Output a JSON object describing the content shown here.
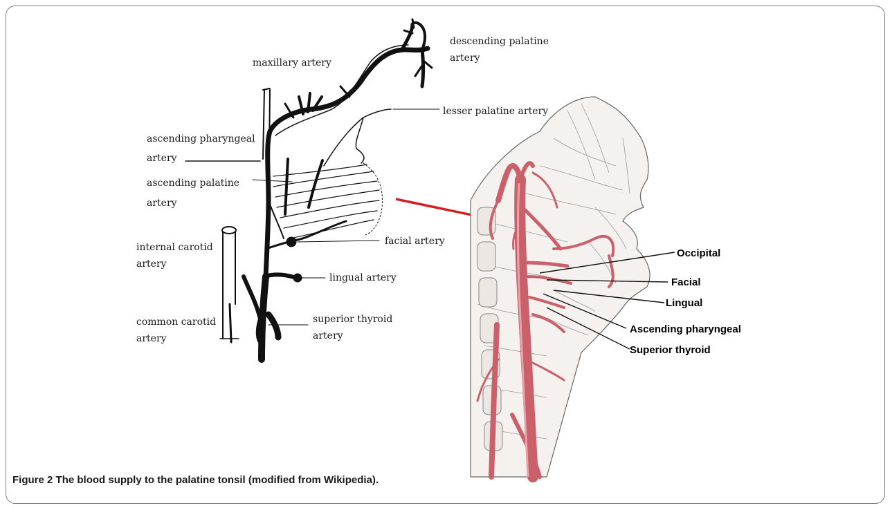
{
  "diagram": {
    "left_labels": {
      "descending_palatine": [
        "descending palatine",
        "artery"
      ],
      "maxillary": "maxillary artery",
      "lesser_palatine": "lesser palatine artery",
      "ascending_pharyngeal": [
        "ascending pharyngeal",
        "artery"
      ],
      "ascending_palatine": [
        "ascending palatine",
        "artery"
      ],
      "facial": "facial artery",
      "internal_carotid": [
        "internal carotid",
        "artery"
      ],
      "lingual": "lingual artery",
      "common_carotid": [
        "common carotid",
        "artery"
      ],
      "superior_thyroid": [
        "superior thyroid",
        "artery"
      ]
    },
    "right_labels": {
      "occipital": "Occipital",
      "facial": "Facial",
      "lingual": "Lingual",
      "ascending_pharyngeal": "Ascending pharyngeal",
      "superior_thyroid": "Superior thyroid"
    },
    "colors": {
      "artery_red": "#c9606a",
      "pointer_red": "#d11f1f",
      "ink": "#111111"
    }
  },
  "caption": {
    "figure_label": "Figure 2",
    "text": "The blood supply to the palatine tonsil (modified from Wikipedia)."
  }
}
